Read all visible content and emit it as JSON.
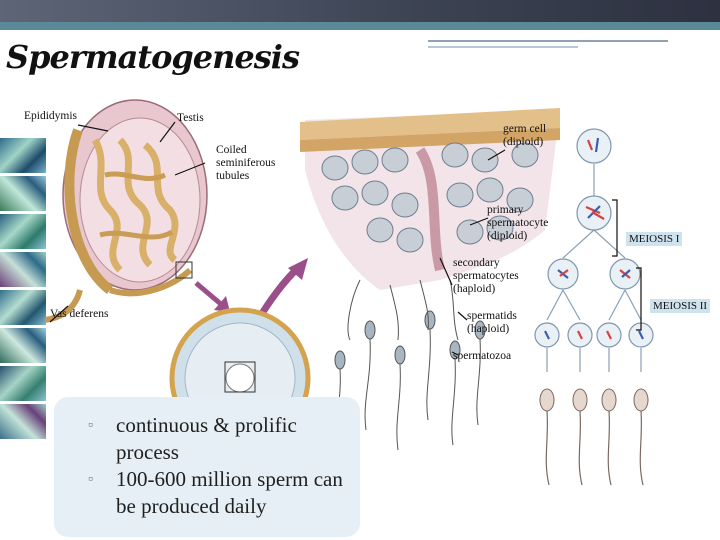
{
  "title": "Spermatogenesis",
  "labels": {
    "epididymis": "Epididymis",
    "testis": "Testis",
    "coiled": "Coiled\nseminiferous\ntubules",
    "vas_deferens": "Vas deferens",
    "germ_cell": "germ cell\n(diploid)",
    "primary": "primary\nspermatocyte\n(diploid)",
    "secondary": "secondary\nspermatocytes\n(haploid)",
    "spermatids": "spermatids\n(haploid)",
    "spermatozoa": "spermatozoa",
    "meiosis1": "MEIOSIS I",
    "meiosis2": "MEIOSIS II"
  },
  "bullets": [
    "continuous & prolific process",
    " 100-600 million sperm can be produced daily"
  ],
  "bullet_marker": "▫",
  "colors": {
    "accent": "#cfe3ef",
    "header": "#3a3f4f",
    "teal": "#5a8a98"
  }
}
